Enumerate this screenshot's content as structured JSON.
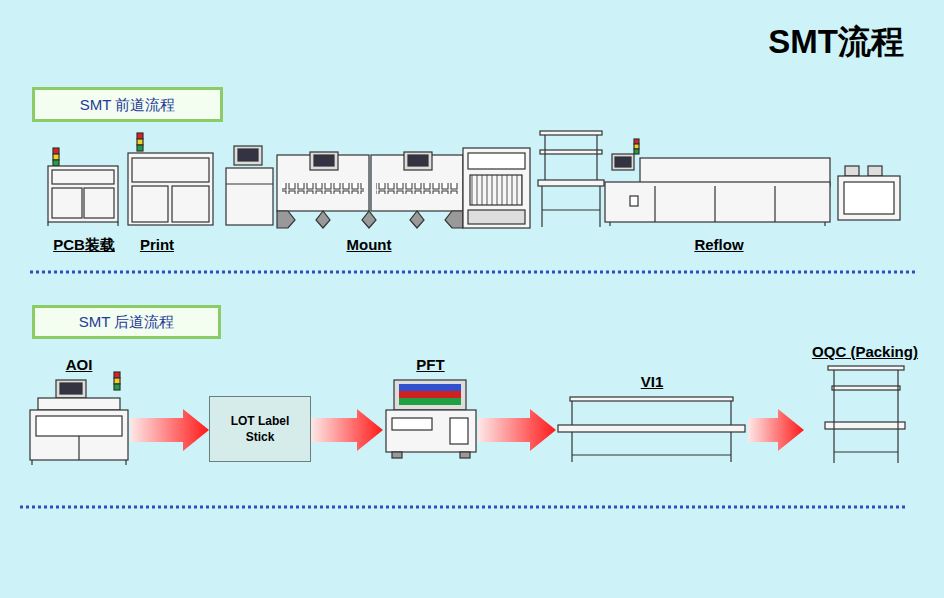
{
  "diagram": {
    "title": "SMT流程",
    "nodes": [
      {
        "text": [
          "SMT 前道流程"
        ]
      },
      {
        "text": [
          "SMT 后道流程"
        ]
      },
      {
        "text": [
          "AOI"
        ]
      },
      {
        "text": [
          "LOT Label Stick"
        ]
      },
      {
        "text": [
          "PFT"
        ]
      },
      {
        "text": [
          "VI1"
        ]
      },
      {
        "text": [
          "OQC (Packing)"
        ]
      }
    ],
    "edges": [
      {
        "from": 2,
        "to": 3,
        "arrow": "to"
      },
      {
        "from": 3,
        "to": 4,
        "arrow": "to"
      },
      {
        "from": 4,
        "to": 5,
        "arrow": "to"
      },
      {
        "from": 5,
        "to": 6,
        "arrow": "to"
      }
    ],
    "labels": [
      "PCB装载",
      "Print",
      "Mount",
      "Reflow"
    ]
  }
}
